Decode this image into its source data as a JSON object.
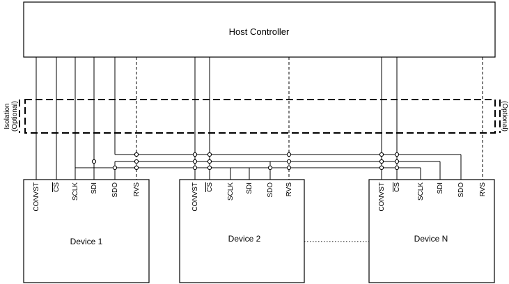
{
  "host": {
    "label": "Host Controller"
  },
  "isolation": {
    "left_label_1": "Isolation",
    "left_label_2": "(Optional)",
    "right_label": "(Optional)"
  },
  "devices": [
    {
      "label": "Device 1",
      "pins": [
        "CONVST",
        "CS",
        "SCLK",
        "SDI",
        "SDO",
        "RVS"
      ]
    },
    {
      "label": "Device 2",
      "pins": [
        "CONVST",
        "CS",
        "SCLK",
        "SDI",
        "SDO",
        "RVS"
      ]
    },
    {
      "label": "Device N",
      "pins": [
        "CONVST",
        "CS",
        "SCLK",
        "SDI",
        "SDO",
        "RVS"
      ]
    }
  ]
}
